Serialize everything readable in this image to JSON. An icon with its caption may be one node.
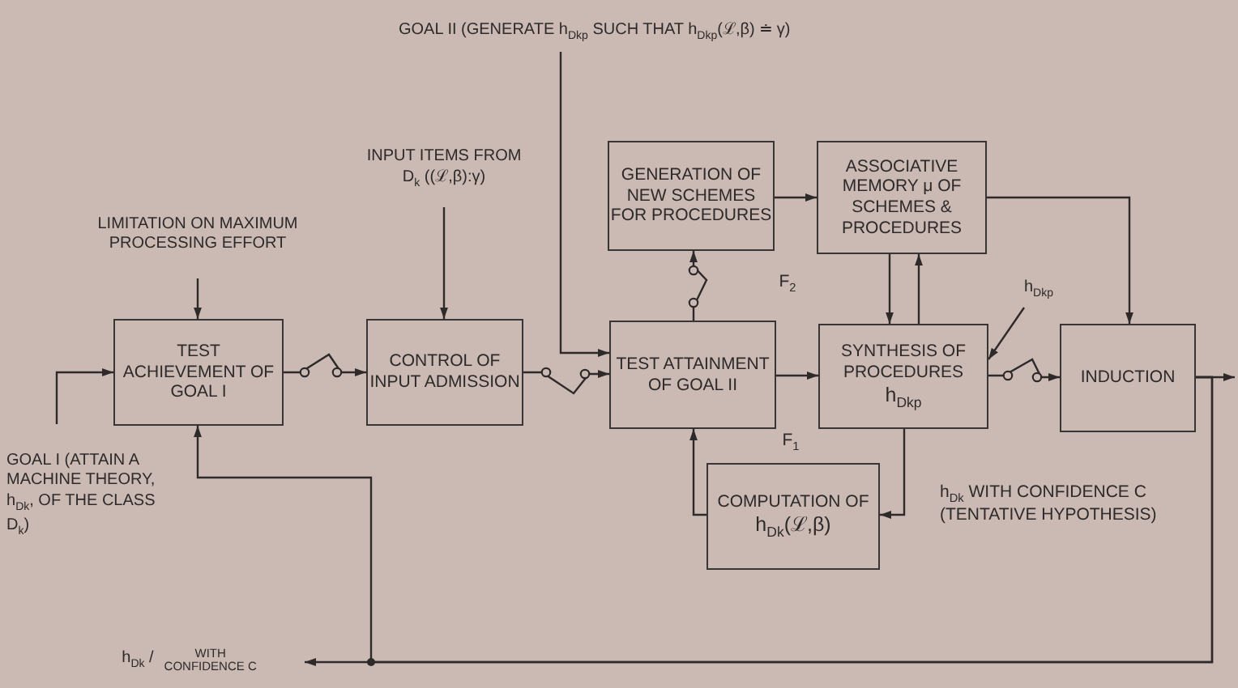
{
  "diagram": {
    "nodes": [
      {
        "text": [
          "GOAL II (GENERATE h$_{Dkp}$ SUCH THAT h$_{Dkp}$(ℒ,β) ≐ γ)"
        ]
      },
      {
        "text": [
          "INPUT ITEMS FROM D$_{k}$ ((ℒ,β):γ)"
        ]
      },
      {
        "text": [
          "LIMITATION ON MAXIMUM PROCESSING EFFORT"
        ]
      },
      {
        "text": [
          "GENERATION OF NEW SCHEMES FOR PROCEDURES"
        ]
      },
      {
        "text": [
          "ASSOCIATIVE MEMORY μ OF SCHEMES & PROCEDURES"
        ]
      },
      {
        "text": [
          "TEST ACHIEVEMENT OF GOAL I"
        ]
      },
      {
        "text": [
          "CONTROL OF INPUT ADMISSION"
        ]
      },
      {
        "text": [
          "TEST ATTAINMENT OF GOAL II"
        ]
      },
      {
        "text": [
          "SYNTHESIS OF PROCEDURES",
          "h$_{Dkp}$"
        ]
      },
      {
        "text": [
          "h$_{Dkp}$"
        ]
      },
      {
        "text": [
          "INDUCTION"
        ]
      },
      {
        "text": [
          "GOAL I (ATTAIN A MACHINE THEORY, h$_{Dk}$, OF THE CLASS D$_{k}$)"
        ]
      },
      {
        "text": [
          "COMPUTATION OF",
          "h$_{Dk}$(ℒ,β)"
        ]
      },
      {
        "text": [
          "h$_{Dk}$ /",
          "WITH CONFIDENCE C"
        ]
      }
    ],
    "edges": [
      {
        "from": 0,
        "to": 7,
        "arrow": "to"
      },
      {
        "from": 1,
        "to": 6,
        "arrow": "to"
      },
      {
        "from": 2,
        "to": 5,
        "arrow": "to"
      },
      {
        "from": 11,
        "to": 5,
        "arrow": "to"
      },
      {
        "from": 5,
        "to": 6,
        "arrow": "to"
      },
      {
        "from": 6,
        "to": 7,
        "arrow": "to"
      },
      {
        "from": 7,
        "to": 8,
        "arrow": "to"
      },
      {
        "from": 8,
        "to": 10,
        "arrow": "to"
      },
      {
        "from": 3,
        "to": 4,
        "arrow": "to"
      },
      {
        "from": 4,
        "to": 8,
        "arrow": "to"
      },
      {
        "from": 8,
        "to": 4,
        "arrow": "to"
      },
      {
        "from": 4,
        "to": 10,
        "arrow": "to"
      },
      {
        "from": 7,
        "to": 3,
        "arrow": "to"
      },
      {
        "from": 8,
        "to": 12,
        "arrow": "to"
      },
      {
        "from": 12,
        "to": 7,
        "arrow": "to"
      },
      {
        "from": 9,
        "to": 8,
        "arrow": "to"
      },
      {
        "from": 10,
        "to": 13,
        "arrow": "to"
      },
      {
        "from": 10,
        "to": 5,
        "arrow": "to"
      },
      {
        "from": 10,
        "to": null,
        "arrow": "to"
      }
    ],
    "labels": [
      "F$_{2}$",
      "F$_{1}$",
      "h$_{Dk}$ WITH CONFIDENCE C (TENTATIVE HYPOTHESIS)"
    ]
  }
}
